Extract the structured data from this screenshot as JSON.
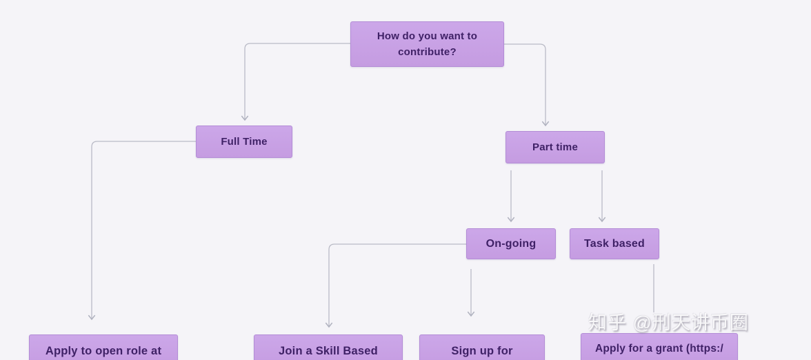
{
  "diagram": {
    "type": "flowchart",
    "nodes": {
      "root": {
        "label": "How do you want to contribute?"
      },
      "full_time": {
        "label": "Full Time"
      },
      "part_time": {
        "label": "Part time"
      },
      "ongoing": {
        "label": "On-going"
      },
      "task_based": {
        "label": "Task based"
      },
      "apply_role": {
        "label": "Apply to open role at"
      },
      "join_skill": {
        "label": "Join a Skill Based"
      },
      "sign_up": {
        "label": "Sign up for"
      },
      "apply_grant": {
        "label": "Apply for a grant (https:/"
      }
    },
    "edges": [
      {
        "from": "root",
        "to": "full_time"
      },
      {
        "from": "root",
        "to": "part_time"
      },
      {
        "from": "part_time",
        "to": "ongoing"
      },
      {
        "from": "part_time",
        "to": "task_based"
      },
      {
        "from": "ongoing",
        "to": "join_skill"
      },
      {
        "from": "ongoing",
        "to": "sign_up"
      },
      {
        "from": "task_based",
        "to": "apply_grant"
      },
      {
        "from": "full_time",
        "to": "apply_role"
      }
    ]
  },
  "watermark": {
    "text": "知乎 @刑天讲币圈"
  },
  "theme": {
    "background": "#f5f4f8",
    "node_fill": "#c7a0e4",
    "node_border": "#b38cd6",
    "node_text": "#3f2166",
    "connector": "#b9bac6",
    "watermark_color": "#ffffff"
  }
}
